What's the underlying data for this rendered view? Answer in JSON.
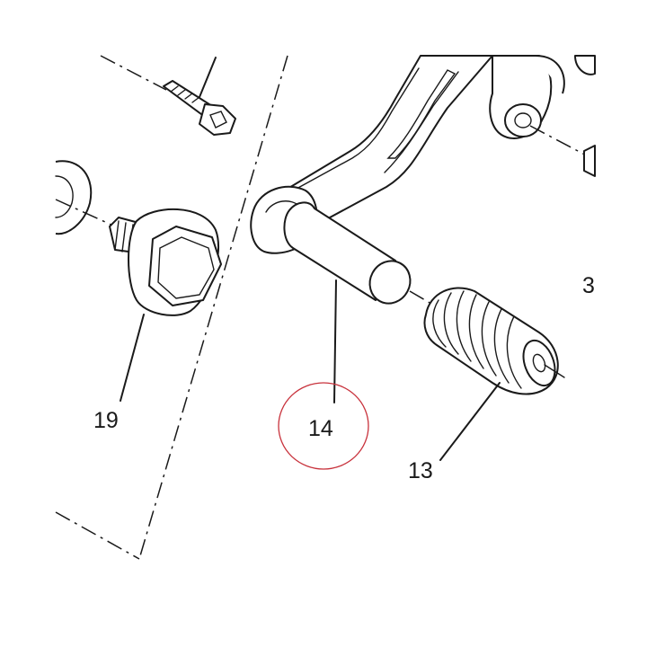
{
  "labels": {
    "part_19": "19",
    "part_14": "14",
    "part_13": "13",
    "part_3": "3"
  },
  "colors": {
    "line": "#1a1a1a",
    "highlight_circle": "#c8323c",
    "background": "#ffffff"
  },
  "highlighted_part": "14"
}
